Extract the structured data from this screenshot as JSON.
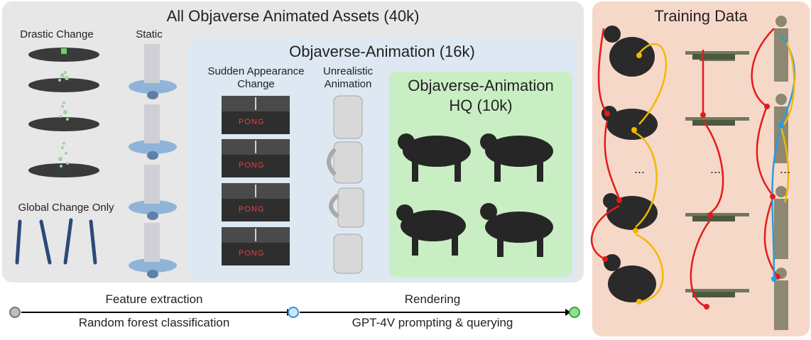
{
  "panels": {
    "all_assets_title": "All Objaverse Animated Assets (40k)",
    "animation_title": "Objaverse-Animation (16k)",
    "hq_title_line1": "Objaverse-Animation",
    "hq_title_line2": "HQ (10k)",
    "training_title": "Training Data"
  },
  "categories": {
    "drastic_change": "Drastic Change",
    "static": "Static",
    "global_change_only": "Global Change Only",
    "sudden_appearance_line1": "Sudden Appearance",
    "sudden_appearance_line2": "Change",
    "unrealistic_line1": "Unrealistic",
    "unrealistic_line2": "Animation"
  },
  "pong_label": "PONG",
  "ellipsis": "...",
  "pipeline": {
    "step1_line1": "Feature extraction",
    "step1_line2": "Random forest classification",
    "step2_line1": "Rendering",
    "step2_line2": "GPT-4V prompting & querying"
  },
  "colors": {
    "all_panel": "#e7e7e7",
    "animation_panel": "#dde8f2",
    "hq_panel": "#c9eec3",
    "training_panel": "#f6d8c9",
    "flow_red": "#e41b1b",
    "flow_yellow": "#f2b800",
    "flow_blue": "#2a9be0",
    "node_gray": "#bdbdbd",
    "node_blue": "#cfe6f7",
    "node_green": "#8fe08f"
  },
  "icons": [
    "spark-object-icon",
    "building-platform-icon",
    "pong-table-icon",
    "mug-icon",
    "bear-icon",
    "airplane-icon",
    "soldier-icon",
    "stick-icon"
  ]
}
